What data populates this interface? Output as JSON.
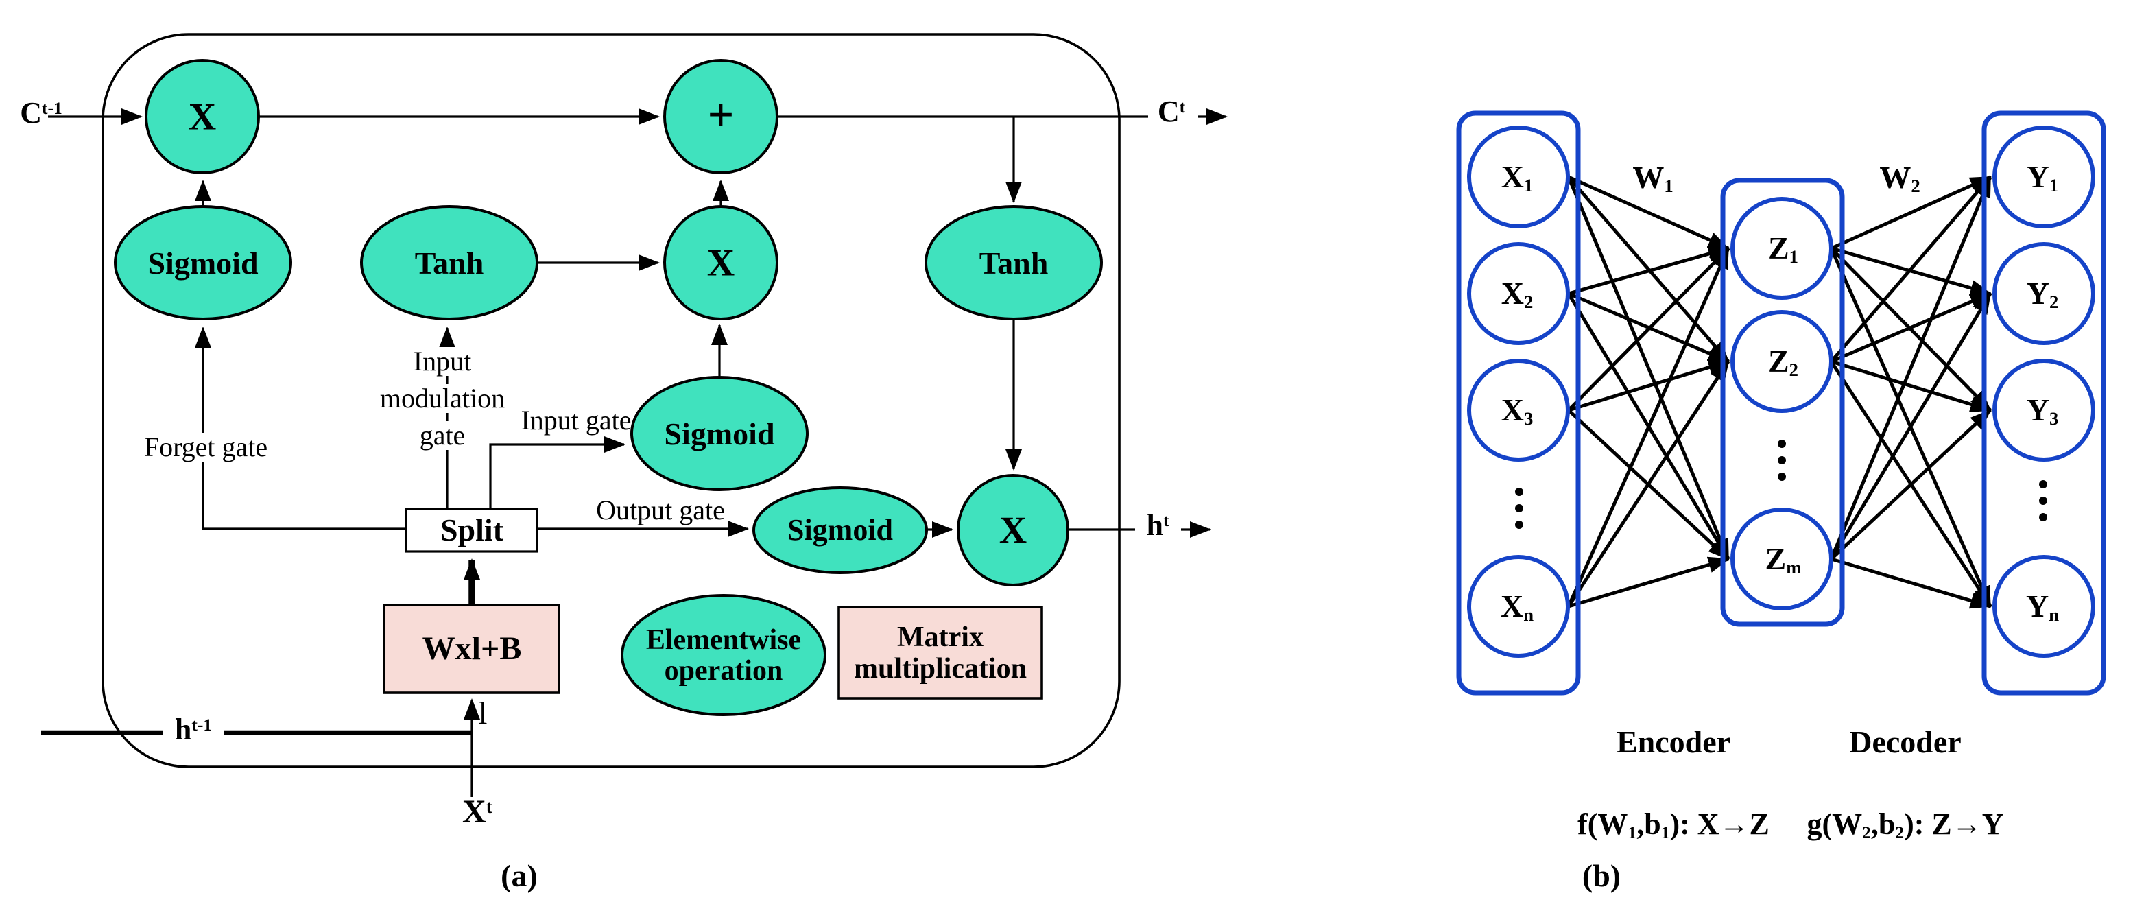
{
  "panel_a": {
    "caption": "(a)",
    "colors": {
      "node_fill": "#40E2BE",
      "legend_box_fill": "#F8DCD7",
      "line": "#000000"
    },
    "io": {
      "c_prev": [
        {
          "t": "C"
        },
        {
          "sup": "t-1"
        }
      ],
      "c_next": [
        {
          "t": "C"
        },
        {
          "sup": "t"
        }
      ],
      "h_prev": [
        {
          "t": "h"
        },
        {
          "sup": "t-1"
        }
      ],
      "h_next": [
        {
          "t": "h"
        },
        {
          "sup": "t"
        }
      ],
      "x_in": [
        {
          "t": "X"
        },
        {
          "sup": "t"
        }
      ],
      "concat": "l"
    },
    "ops": {
      "multiply": "X",
      "add": "+",
      "sigmoid": "Sigmoid",
      "tanh": "Tanh",
      "split": "Split",
      "weights": "Wxl+B"
    },
    "gates": {
      "forget": "Forget gate",
      "input": "Input gate",
      "output": "Output gate",
      "modulation": [
        "Input",
        "modulation",
        "gate"
      ]
    },
    "legend": {
      "elementwise": [
        "Elementwise",
        "operation"
      ],
      "matrix": [
        "Matrix",
        "multiplication"
      ]
    }
  },
  "panel_b": {
    "caption": "(b)",
    "colors": {
      "outline": "#1543C8"
    },
    "weight_labels": {
      "w1": [
        {
          "t": "W"
        },
        {
          "sub": "1"
        }
      ],
      "w2": [
        {
          "t": "W"
        },
        {
          "sub": "2"
        }
      ]
    },
    "encoder": {
      "title": "Encoder",
      "mapping": [
        {
          "t": "f(W"
        },
        {
          "sub": "1"
        },
        {
          "t": ",b"
        },
        {
          "sub": "1"
        },
        {
          "t": "): X"
        },
        {
          "t": "→"
        },
        {
          "t": "Z"
        }
      ]
    },
    "decoder": {
      "title": "Decoder",
      "mapping": [
        {
          "t": "g(W"
        },
        {
          "sub": "2"
        },
        {
          "t": ",b"
        },
        {
          "sub": "2"
        },
        {
          "t": "): Z"
        },
        {
          "t": "→"
        },
        {
          "t": "Y"
        }
      ]
    },
    "input_layer": [
      [
        {
          "t": "X"
        },
        {
          "sub": "1"
        }
      ],
      [
        {
          "t": "X"
        },
        {
          "sub": "2"
        }
      ],
      [
        {
          "t": "X"
        },
        {
          "sub": "3"
        }
      ],
      [
        {
          "t": "X"
        },
        {
          "sub": "n"
        }
      ]
    ],
    "hidden_layer": [
      [
        {
          "t": "Z"
        },
        {
          "sub": "1"
        }
      ],
      [
        {
          "t": "Z"
        },
        {
          "sub": "2"
        }
      ],
      [
        {
          "t": "Z"
        },
        {
          "sub": "m"
        }
      ]
    ],
    "output_layer": [
      [
        {
          "t": "Y"
        },
        {
          "sub": "1"
        }
      ],
      [
        {
          "t": "Y"
        },
        {
          "sub": "2"
        }
      ],
      [
        {
          "t": "Y"
        },
        {
          "sub": "3"
        }
      ],
      [
        {
          "t": "Y"
        },
        {
          "sub": "n"
        }
      ]
    ]
  }
}
